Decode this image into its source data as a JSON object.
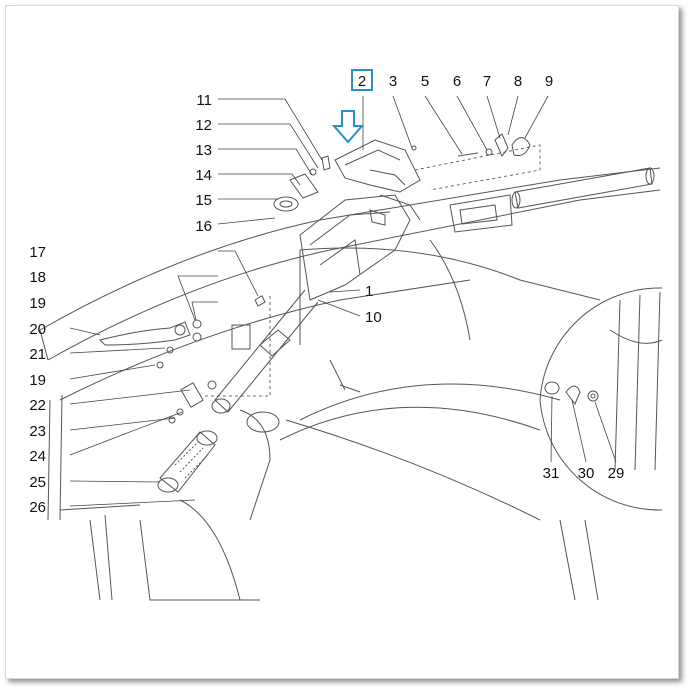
{
  "diagram": {
    "highlight_color": "#2a8fc9",
    "callouts": {
      "n1": "1",
      "n2": "2",
      "n3": "3",
      "n5": "5",
      "n6": "6",
      "n7": "7",
      "n8": "8",
      "n9": "9",
      "n10": "10",
      "n11": "11",
      "n12": "12",
      "n13": "13",
      "n14": "14",
      "n15": "15",
      "n16": "16",
      "n17": "17",
      "n18": "18",
      "n19a": "19",
      "n19b": "19",
      "n20": "20",
      "n21": "21",
      "n22": "22",
      "n23": "23",
      "n24": "24",
      "n25": "25",
      "n26": "26",
      "n29": "29",
      "n30": "30",
      "n31": "31"
    },
    "highlighted_part": "2",
    "pointer_icon": "down-arrow-icon"
  }
}
